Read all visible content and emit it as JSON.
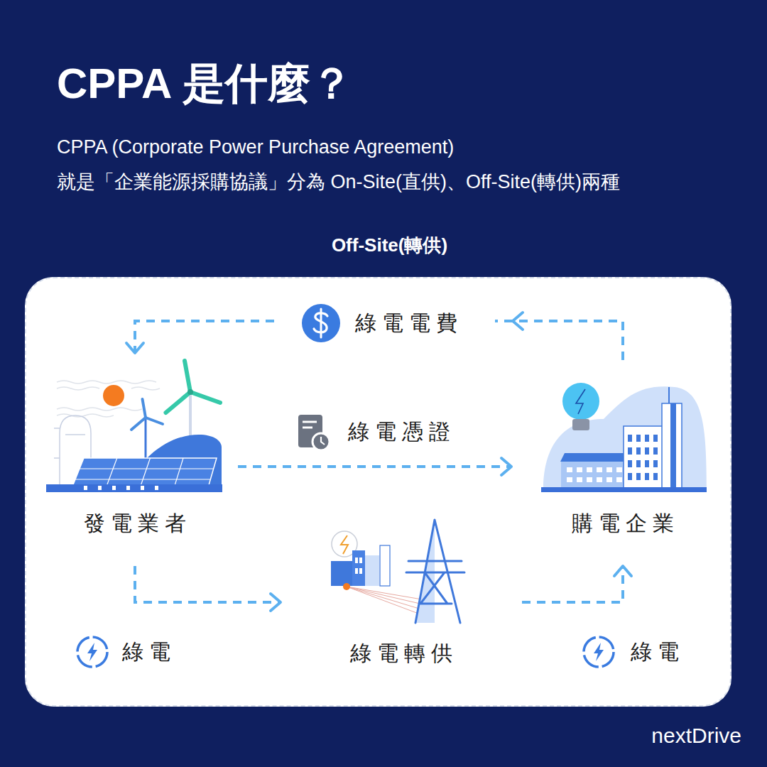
{
  "diagram": {
    "title": "CPPA 是什麼？",
    "nodes": [
      {
        "text": [
          "Off-Site(轉供)"
        ]
      },
      {
        "text": [
          "發電業者"
        ],
        "in": 0
      },
      {
        "text": [
          "購電企業"
        ],
        "in": 0
      },
      {
        "text": [
          "綠電轉供"
        ],
        "in": 0
      }
    ],
    "edges": [
      {
        "from": 2,
        "to": 1,
        "label": "綠電電費",
        "arrow": "to"
      },
      {
        "from": 1,
        "to": 2,
        "label": "綠電憑證",
        "arrow": "to"
      },
      {
        "from": 1,
        "to": 3,
        "label": "綠電",
        "arrow": "to"
      },
      {
        "from": 3,
        "to": 2,
        "label": "綠電",
        "arrow": "to"
      }
    ],
    "labels": [
      "CPPA (Corporate Power Purchase Agreement)",
      "就是「企業能源採購協議」分為 On-Site(直供)、Off-Site(轉供)兩種",
      "nextDrive"
    ]
  }
}
